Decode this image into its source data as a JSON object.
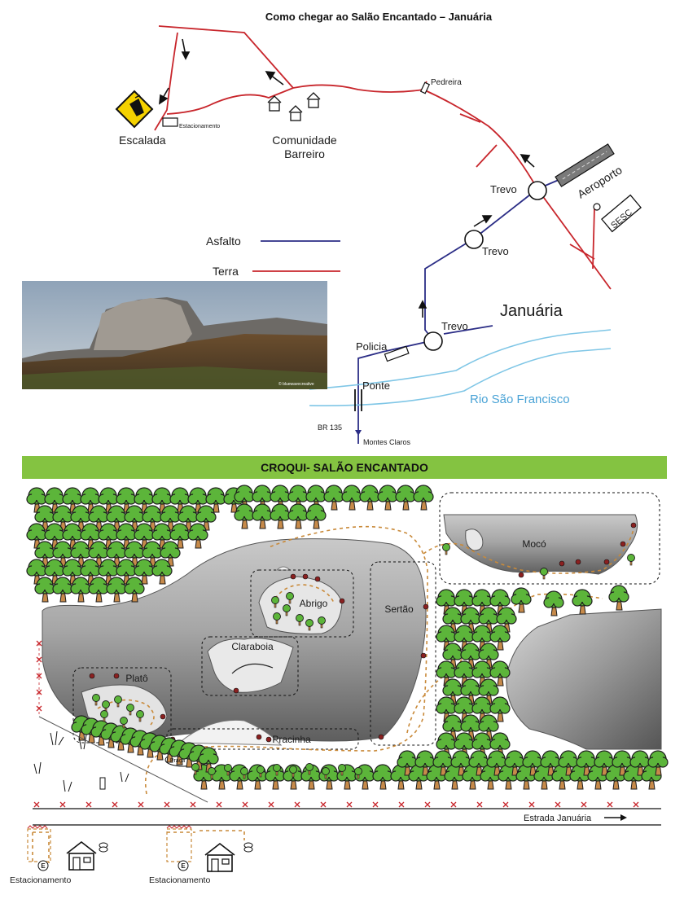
{
  "title": "Como chegar ao Salão Encantado – Januária",
  "route_map": {
    "places": {
      "escalada": "Escalada",
      "estacionamento_top": "Estacionamento",
      "comunidade_line1": "Comunidade",
      "comunidade_line2": "Barreiro",
      "pedreira": "Pedreira",
      "aeroporto": "Aeroporto",
      "sesc": "SESC",
      "trevo_1": "Trevo",
      "trevo_2": "Trevo",
      "trevo_3": "Trevo",
      "januaria": "Januária",
      "policia": "Policia",
      "ponte": "Ponte",
      "rio": "Rio São Francisco",
      "br135": "BR 135",
      "montes_claros": "Montes Claros"
    },
    "legend": {
      "asfalto": "Asfalto",
      "terra": "Terra"
    },
    "colors": {
      "asfalto": "#2b2d86",
      "terra": "#c8262c",
      "river": "#7fc6e6",
      "river_label": "#4aa3d6"
    },
    "photo_credit": "© bluewavecreative"
  },
  "croqui": {
    "banner": "CROQUI- SALÃO ENCANTADO",
    "banner_color": "#84c341",
    "areas": {
      "moco": "Mocó",
      "abrigo": "Abrigo",
      "sertao": "Sertão",
      "claraboia": "Claraboia",
      "plato": "Platô",
      "pracinha": "Pracinha",
      "praca": "Praça"
    },
    "road": "Estrada Januária",
    "parking_1": "Estacionamento",
    "parking_2": "Estacionamento",
    "parking_symbol": "E"
  }
}
